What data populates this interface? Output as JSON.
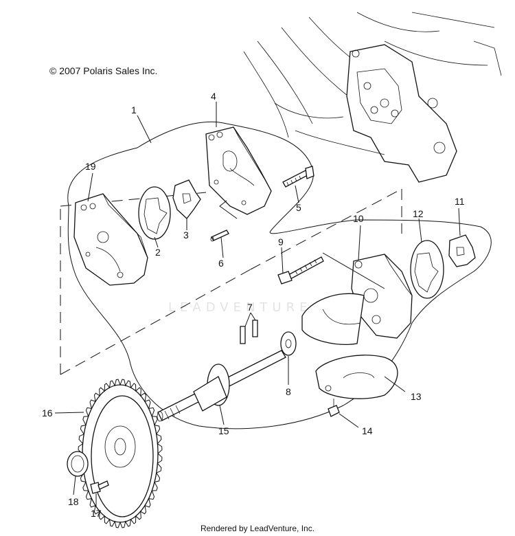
{
  "copyright": "© 2007 Polaris Sales Inc.",
  "footer": "Rendered by LeadVenture, Inc.",
  "watermark": "LEADVENTURE",
  "callouts": {
    "p1": "1",
    "p2": "2",
    "p3": "3",
    "p4": "4",
    "p5": "5",
    "p6": "6",
    "p7": "7",
    "p8": "8",
    "p9": "9",
    "p10": "10",
    "p11": "11",
    "p12": "12",
    "p13": "13",
    "p14": "14",
    "p15": "15",
    "p16": "16",
    "p17": "17",
    "p18": "18",
    "p19": "19"
  }
}
